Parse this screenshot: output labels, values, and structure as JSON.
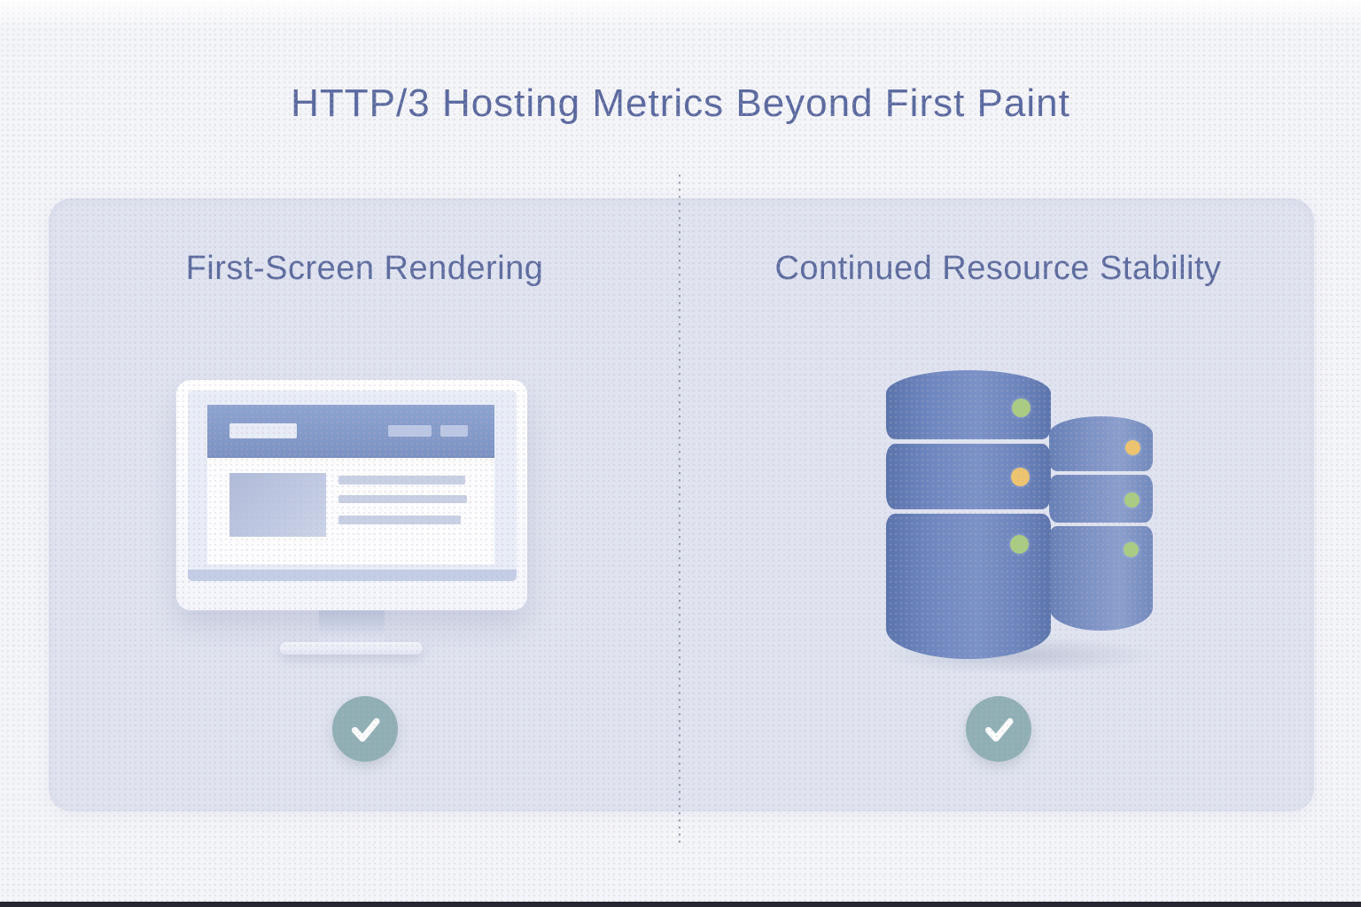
{
  "title": "HTTP/3 Hosting Metrics Beyond First Paint",
  "columns": {
    "left": {
      "heading": "First-Screen Rendering",
      "illustration": "desktop-monitor-with-webpage",
      "status_icon": "checkmark"
    },
    "right": {
      "heading": "Continued Resource Stability",
      "illustration": "database-server-stacks",
      "status_icon": "checkmark"
    }
  },
  "servers": {
    "front_stack_leds": [
      "green",
      "yellow",
      "green"
    ],
    "back_stack_leds": [
      "yellow",
      "green",
      "green"
    ]
  },
  "divider_style": "vertical-dotted-line",
  "colors": {
    "page_bg": "#f4f5f9",
    "card_bg": "#e0e4f0",
    "title_text": "#5a699f",
    "heading_text": "#5d6b9e",
    "divider_dot": "#8b93a8",
    "led_green": "#a9cd80",
    "led_yellow": "#eec46d",
    "check_circle": "#8fafb4",
    "bottom_bar": "#262733"
  }
}
